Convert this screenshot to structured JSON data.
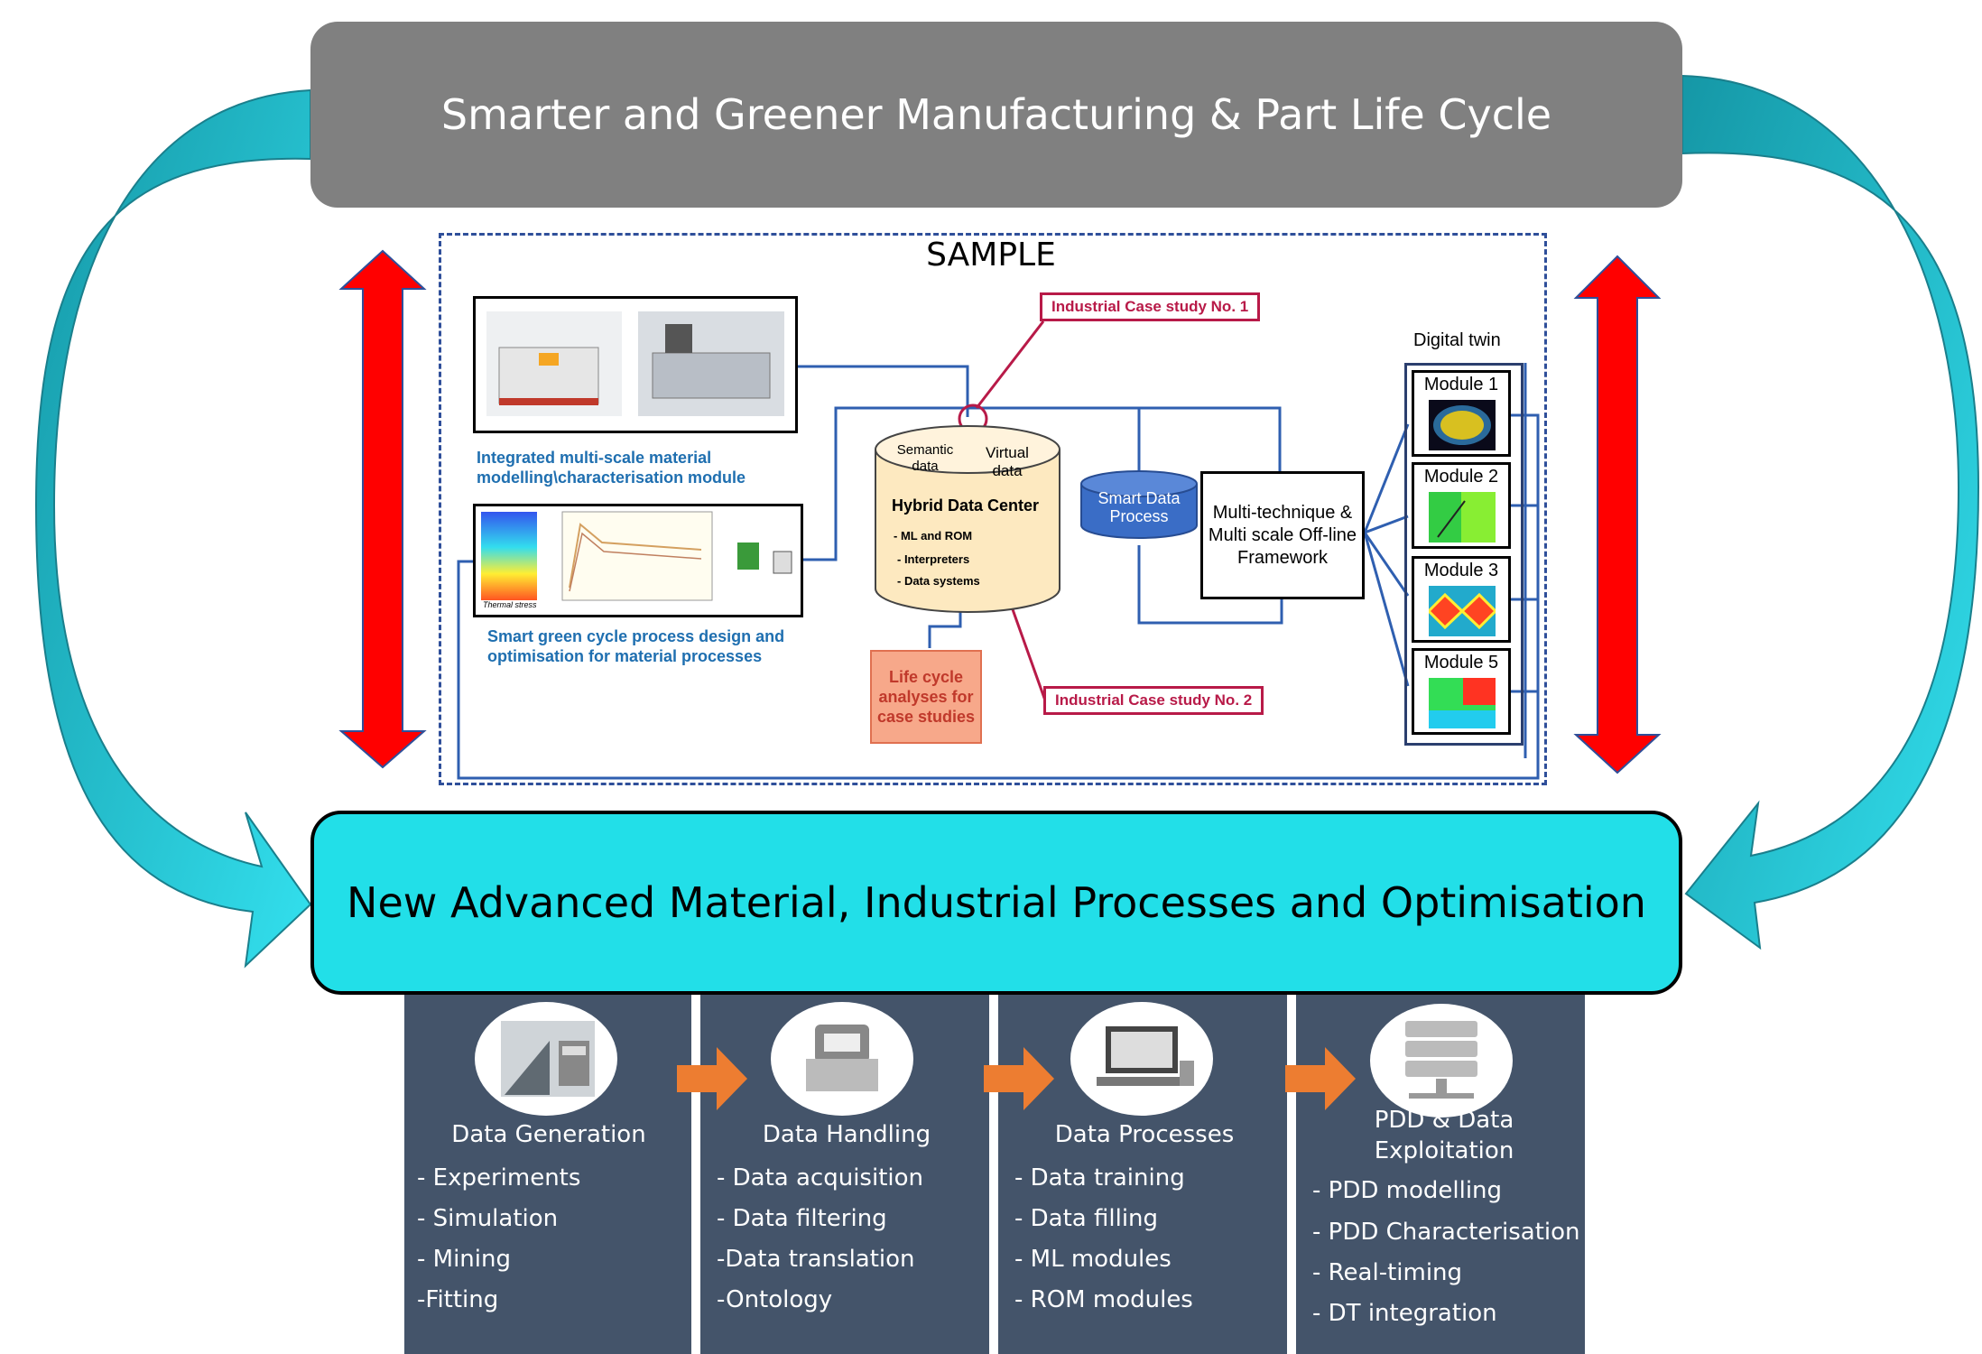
{
  "header": {
    "title": "Smarter and Greener Manufacturing & Part Life Cycle"
  },
  "sample": {
    "title": "SAMPLE",
    "characterisation_caption": "Integrated multi-scale material modelling\\characterisation module",
    "process_caption": "Smart green cycle process design and optimisation for material processes",
    "thermal_label": "Thermal stress",
    "case_study_1": "Industrial Case study No. 1",
    "case_study_2": "Industrial Case study No. 2",
    "data_center": {
      "semantic": "Semantic data",
      "virtual": "Virtual data",
      "title": "Hybrid Data Center",
      "items": [
        "- ML and ROM",
        "- Interpreters",
        "- Data systems"
      ]
    },
    "smart_data_process": "Smart Data Process",
    "multi_technique": "Multi-technique & Multi scale Off-line Framework",
    "life_cycle": "Life cycle analyses for case studies",
    "digital_twin": {
      "title": "Digital twin",
      "modules": [
        "Module 1",
        "Module 2",
        "Module 3",
        "Module 5"
      ]
    }
  },
  "main": {
    "title": "New Advanced Material, Industrial Processes and Optimisation"
  },
  "columns": [
    {
      "title": "Data Generation",
      "icon": "drafting-tools-icon",
      "items": [
        "- Experiments",
        "- Simulation",
        "- Mining",
        "-Fitting"
      ]
    },
    {
      "title": "Data Handling",
      "icon": "data-handling-icon",
      "items": [
        "- Data acquisition",
        "- Data filtering",
        "-Data translation",
        "-Ontology"
      ]
    },
    {
      "title": "Data Processes",
      "icon": "computer-icon",
      "items": [
        "- Data training",
        "- Data filling",
        "- ML modules",
        "- ROM modules"
      ]
    },
    {
      "title": "PDD & Data Exploitation",
      "icon": "server-icon",
      "items": [
        "- PDD modelling",
        "- PDD Characterisation",
        "- Real-timing",
        "- DT integration"
      ]
    }
  ],
  "colors": {
    "banner_gray": "#808080",
    "cyan": "#22dfe8",
    "arrow_teal": "#1ab5c0",
    "red": "#ff0000",
    "panel": "#44546a",
    "orange_arrow": "#ed7d31",
    "case_red": "#b81a48",
    "caption_blue": "#1f6fb0"
  }
}
